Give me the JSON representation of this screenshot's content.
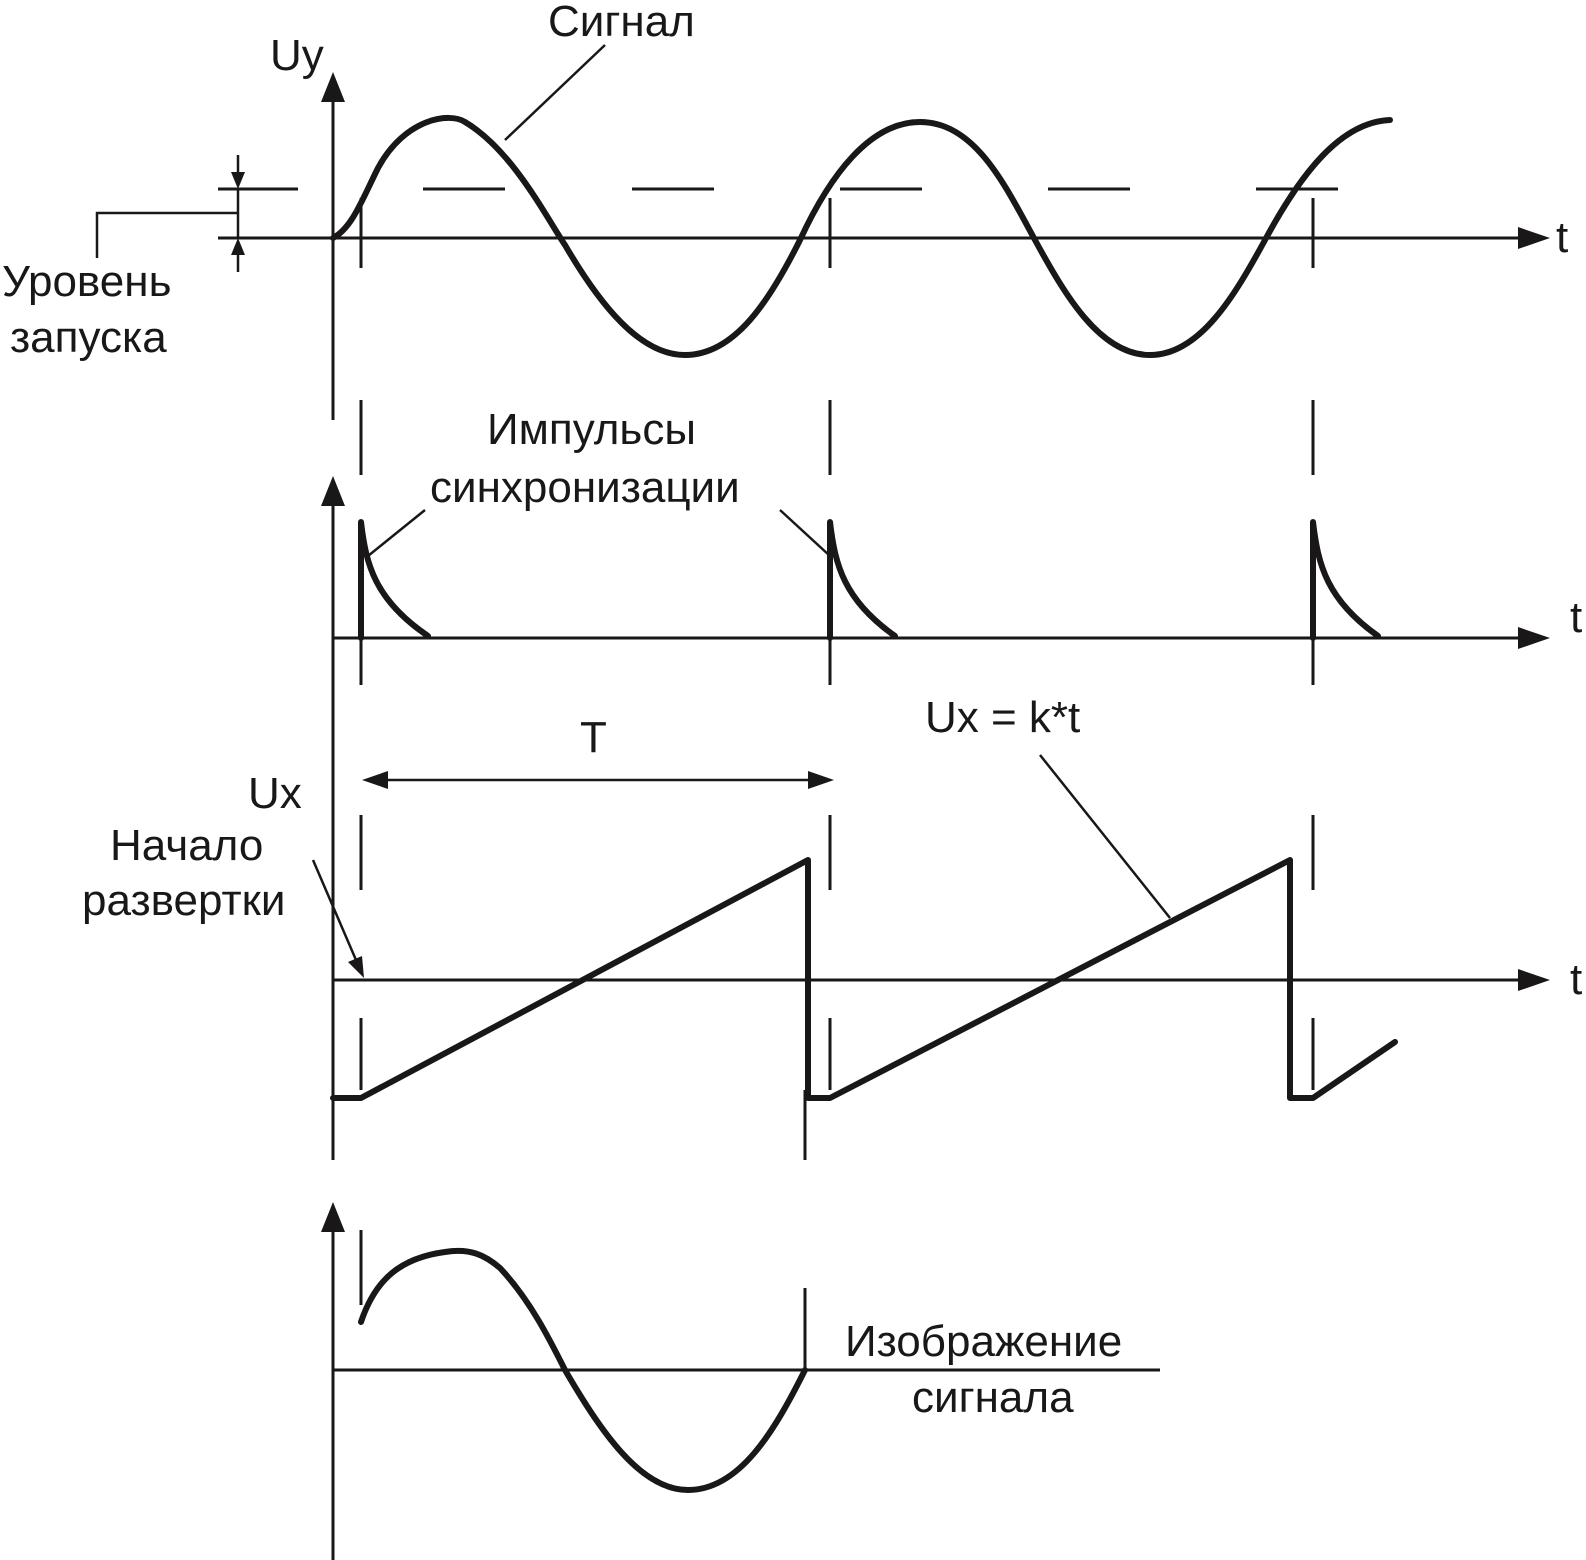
{
  "colors": {
    "ink": "#1a1718",
    "background": "#ffffff"
  },
  "labels": {
    "signal": "Сигнал",
    "uy_axis": "Uy",
    "trigger_level_line1": "Уровень",
    "trigger_level_line2": "запуска",
    "time_axis_1": "t",
    "time_axis_2": "t",
    "time_axis_3": "t",
    "sync_pulses_line1": "Импульсы",
    "sync_pulses_line2": "синхронизации",
    "sweep_formula": "Ux = k*t",
    "period": "T",
    "ux_axis": "Ux",
    "sweep_start_line1": "Начало",
    "sweep_start_line2": "развертки",
    "signal_image_line1": "Изображение",
    "signal_image_line2": "сигнала"
  }
}
